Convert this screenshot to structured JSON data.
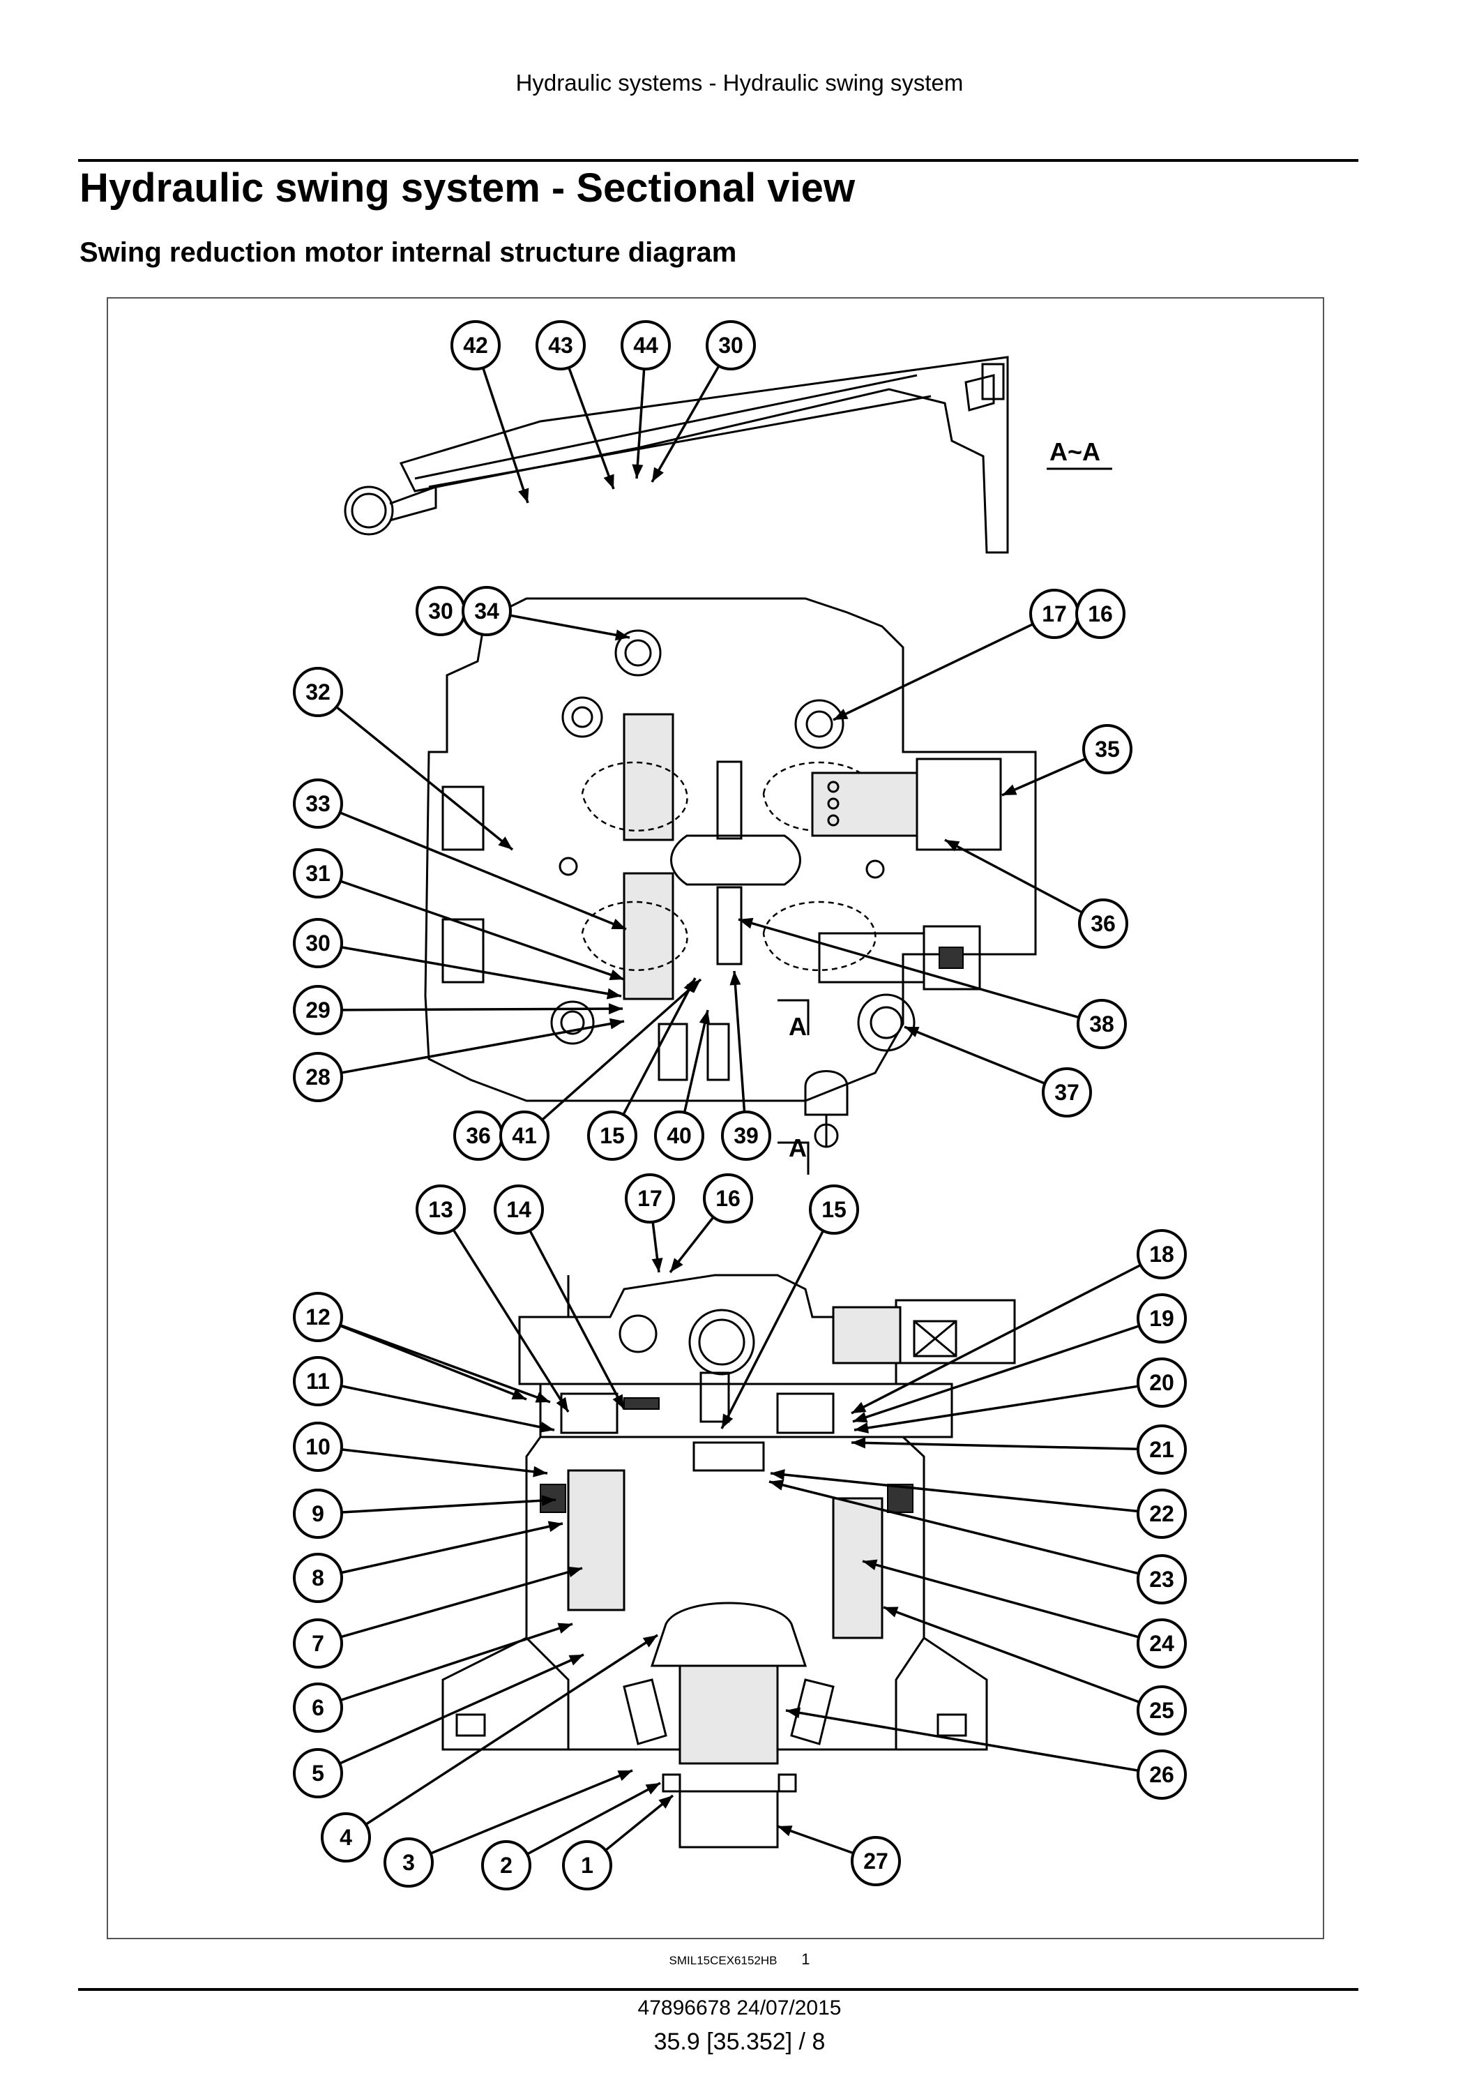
{
  "running_header": "Hydraulic systems - Hydraulic swing system",
  "page_title": "Hydraulic swing system - Sectional view",
  "section_title": "Swing reduction motor internal structure diagram",
  "figure": {
    "section_label": "A~A",
    "section_marker": "A",
    "callouts": [
      "1",
      "2",
      "3",
      "4",
      "5",
      "6",
      "7",
      "8",
      "9",
      "10",
      "11",
      "12",
      "13",
      "14",
      "15",
      "16",
      "17",
      "18",
      "19",
      "20",
      "21",
      "22",
      "23",
      "24",
      "25",
      "26",
      "27",
      "28",
      "29",
      "30",
      "31",
      "32",
      "33",
      "34",
      "35",
      "36",
      "37",
      "38",
      "39",
      "40",
      "41",
      "42",
      "43",
      "44"
    ],
    "caption_code": "SMIL15CEX6152HB",
    "caption_number": "1"
  },
  "footer": {
    "doc_code_date": "47896678 24/07/2015",
    "page_number": "35.9 [35.352] / 8"
  }
}
